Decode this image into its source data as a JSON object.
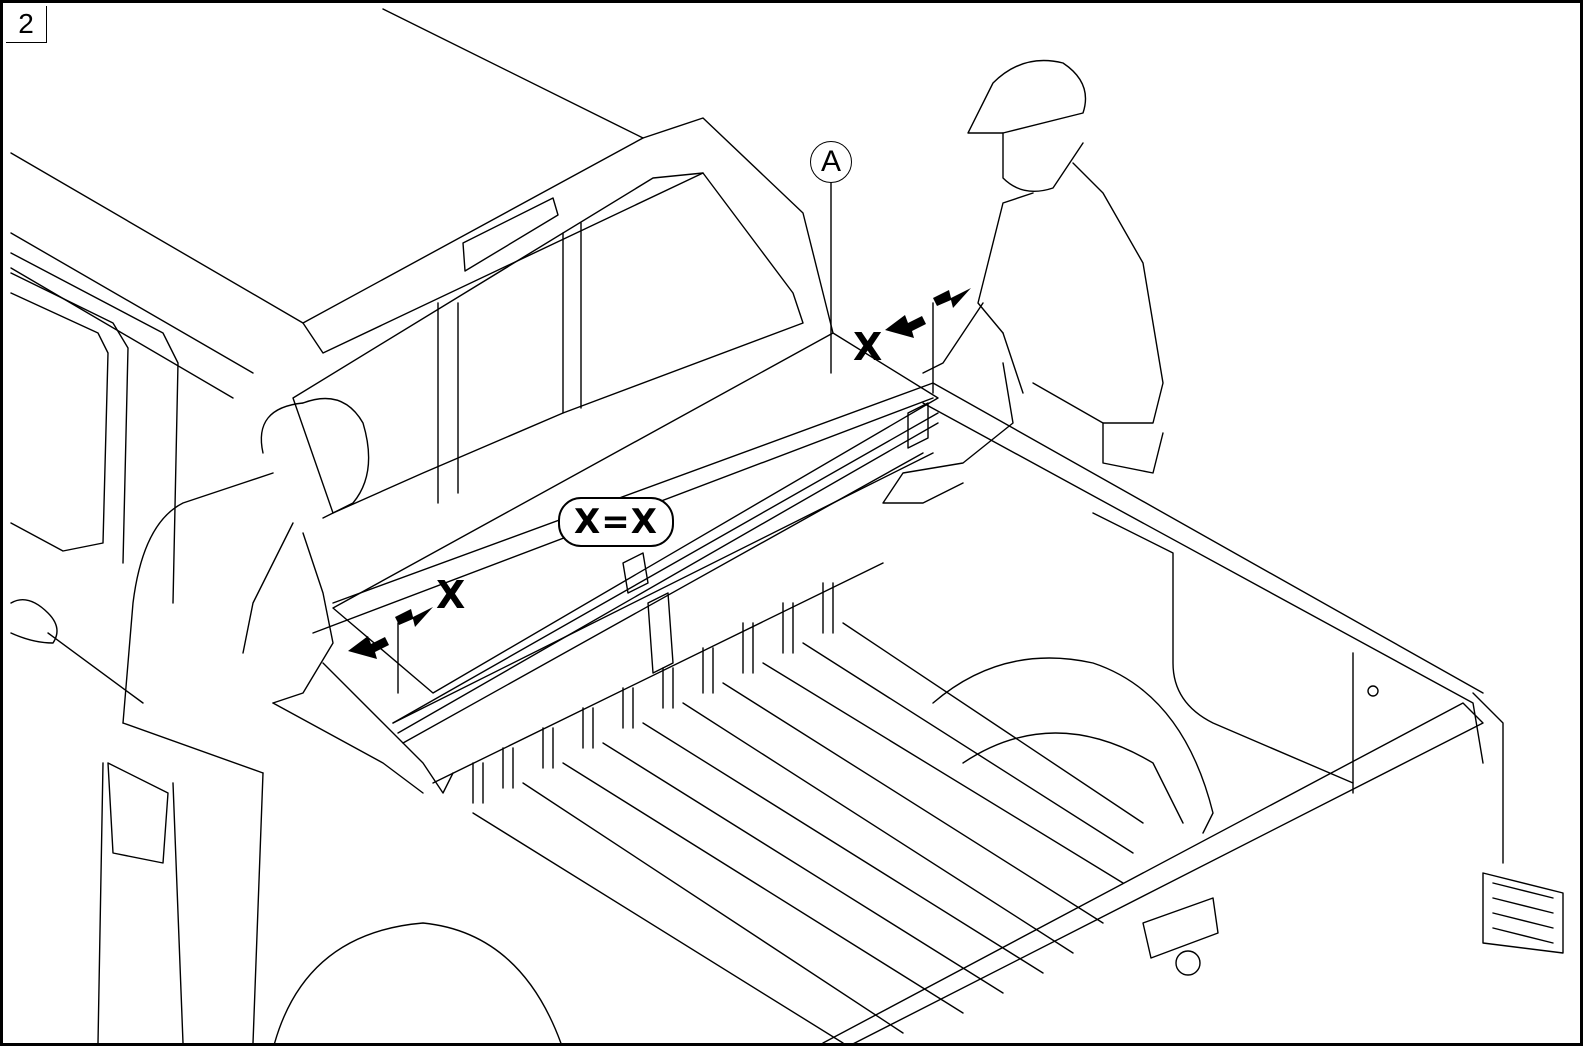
{
  "figure": {
    "step_number": "2",
    "callout_label": "A",
    "measure_left_label": "X",
    "measure_right_label": "X",
    "equality_label": "X=X"
  },
  "colors": {
    "line": "#000000",
    "background": "#ffffff"
  },
  "icons": [
    "arrow-pair-left-icon",
    "arrow-pair-right-icon"
  ]
}
